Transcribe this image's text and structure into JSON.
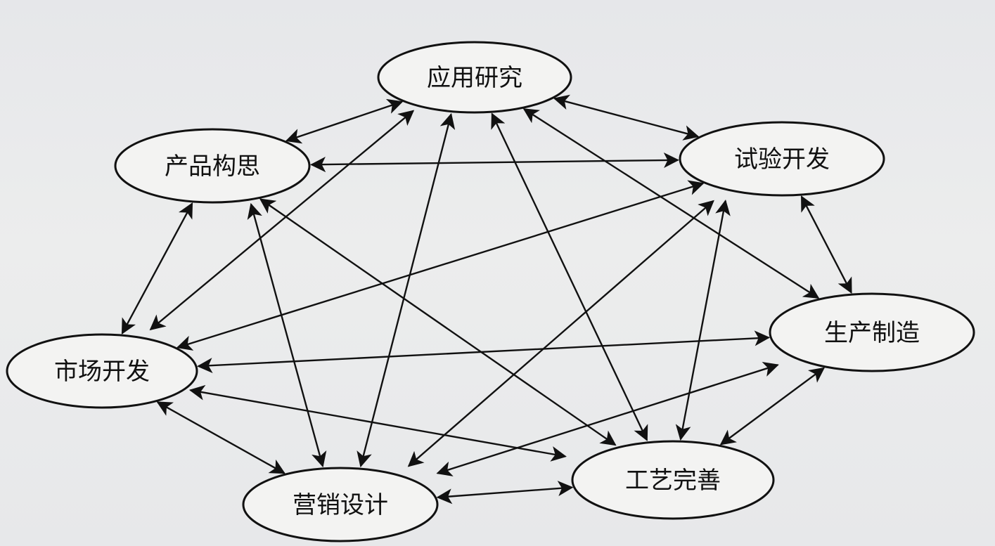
{
  "diagram": {
    "nodes": [
      {
        "id": "applied_research",
        "label": "应用研究"
      },
      {
        "id": "product_concept",
        "label": "产品构思"
      },
      {
        "id": "experimental_dev",
        "label": "试验开发"
      },
      {
        "id": "market_dev",
        "label": "市场开发"
      },
      {
        "id": "production",
        "label": "生产制造"
      },
      {
        "id": "marketing_design",
        "label": "营销设计"
      },
      {
        "id": "process_improvement",
        "label": "工艺完善"
      }
    ],
    "edges": [
      {
        "from": "applied_research",
        "to": "product_concept",
        "direction": "both"
      },
      {
        "from": "applied_research",
        "to": "experimental_dev",
        "direction": "both"
      },
      {
        "from": "applied_research",
        "to": "market_dev",
        "direction": "both"
      },
      {
        "from": "applied_research",
        "to": "marketing_design",
        "direction": "both"
      },
      {
        "from": "applied_research",
        "to": "process_improvement",
        "direction": "both"
      },
      {
        "from": "applied_research",
        "to": "production",
        "direction": "both"
      },
      {
        "from": "product_concept",
        "to": "experimental_dev",
        "direction": "both"
      },
      {
        "from": "product_concept",
        "to": "market_dev",
        "direction": "both"
      },
      {
        "from": "product_concept",
        "to": "marketing_design",
        "direction": "both"
      },
      {
        "from": "product_concept",
        "to": "process_improvement",
        "direction": "both"
      },
      {
        "from": "experimental_dev",
        "to": "market_dev",
        "direction": "both"
      },
      {
        "from": "experimental_dev",
        "to": "marketing_design",
        "direction": "both"
      },
      {
        "from": "experimental_dev",
        "to": "process_improvement",
        "direction": "both"
      },
      {
        "from": "experimental_dev",
        "to": "production",
        "direction": "both"
      },
      {
        "from": "market_dev",
        "to": "production",
        "direction": "both"
      },
      {
        "from": "market_dev",
        "to": "process_improvement",
        "direction": "both"
      },
      {
        "from": "market_dev",
        "to": "marketing_design",
        "direction": "both"
      },
      {
        "from": "production",
        "to": "marketing_design",
        "direction": "both"
      },
      {
        "from": "production",
        "to": "process_improvement",
        "direction": "both"
      },
      {
        "from": "marketing_design",
        "to": "process_improvement",
        "direction": "both"
      }
    ]
  }
}
